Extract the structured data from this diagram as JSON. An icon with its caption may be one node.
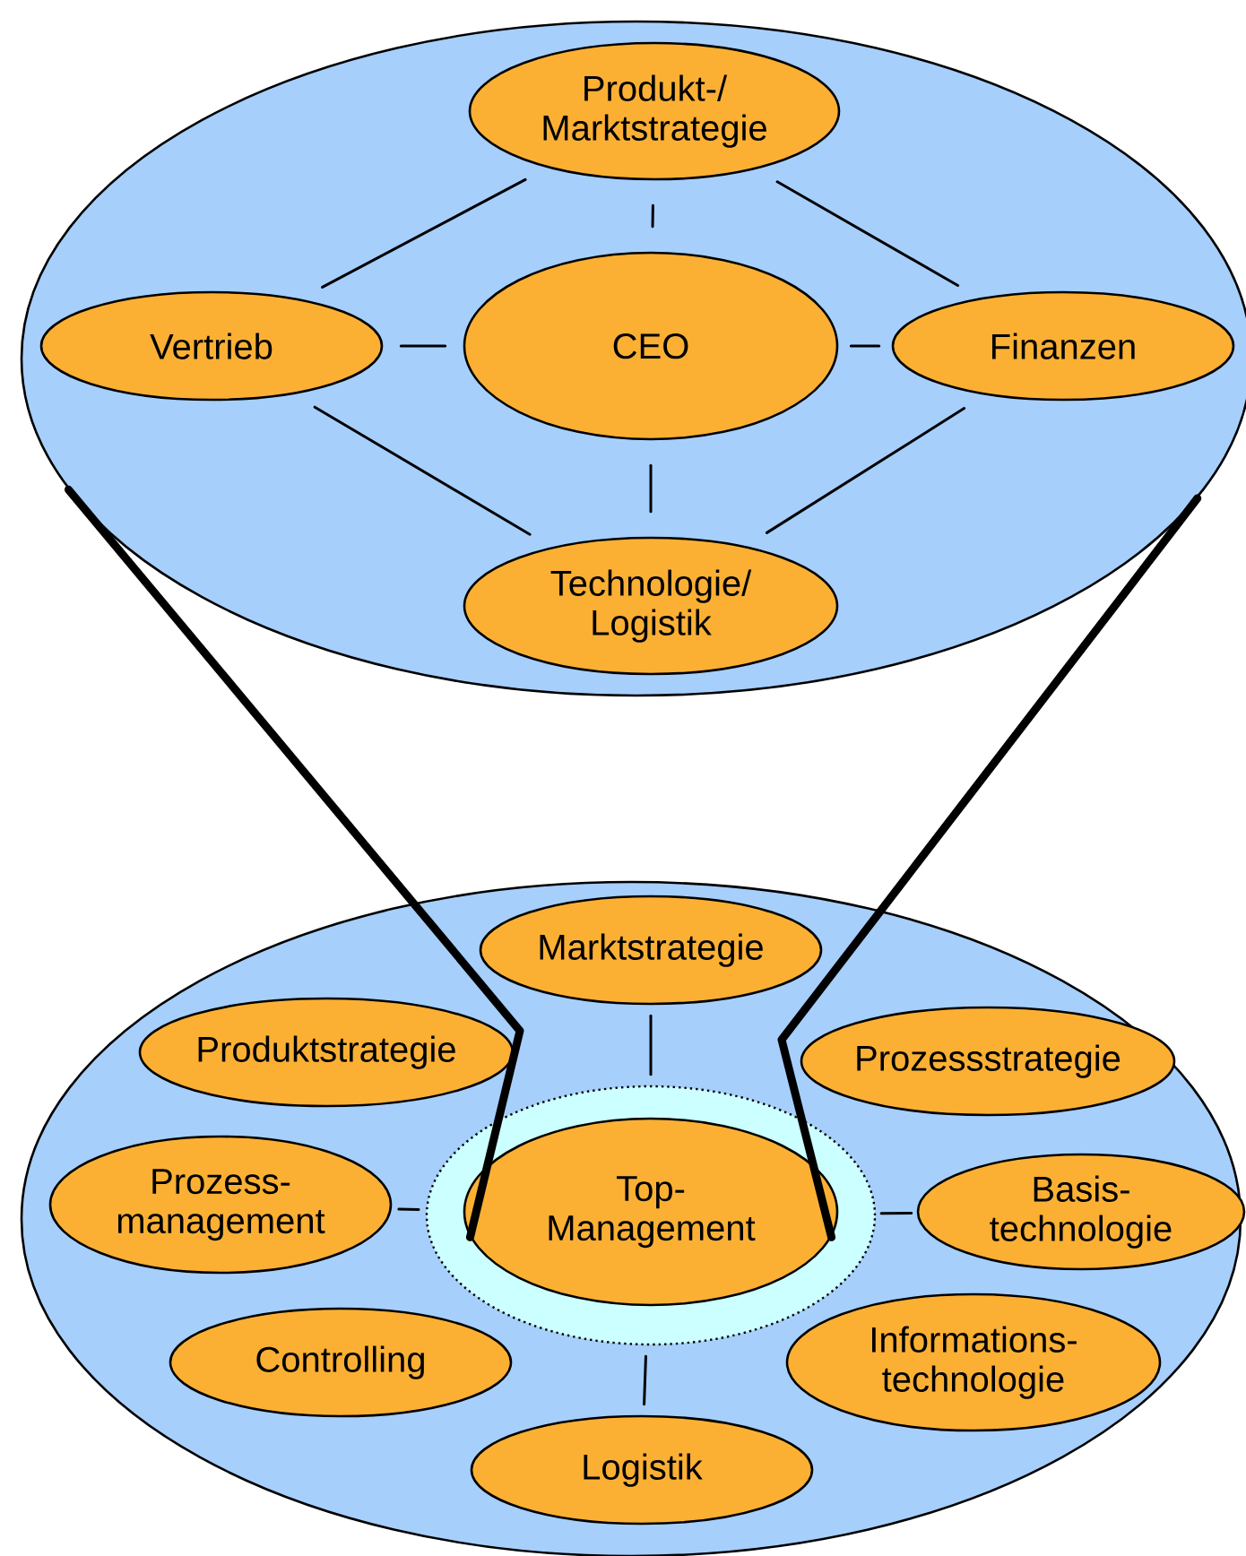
{
  "diagram": {
    "nodes": [
      {
        "text": [],
        "shape": "ellipse"
      },
      {
        "text": [
          "Produkt-/ Marktstrategie"
        ],
        "in": 0
      },
      {
        "text": [
          "Vertrieb"
        ],
        "in": 0
      },
      {
        "text": [
          "CEO"
        ],
        "in": 0
      },
      {
        "text": [
          "Finanzen"
        ],
        "in": 0
      },
      {
        "text": [
          "Technologie/ Logistik"
        ],
        "in": 0
      },
      {
        "text": [],
        "shape": "ellipse"
      },
      {
        "text": [
          "Marktstrategie"
        ],
        "in": 6
      },
      {
        "text": [
          "Produktstrategie"
        ],
        "in": 6
      },
      {
        "text": [
          "Prozessstrategie"
        ],
        "in": 6
      },
      {
        "text": [],
        "shape": "ellipse",
        "in": 6
      },
      {
        "text": [
          "Top- Management"
        ],
        "in": 10
      },
      {
        "text": [
          "Prozess- management"
        ],
        "in": 6
      },
      {
        "text": [
          "Basis- technologie"
        ],
        "in": 6
      },
      {
        "text": [
          "Controlling"
        ],
        "in": 6
      },
      {
        "text": [
          "Informations- technologie"
        ],
        "in": 6
      },
      {
        "text": [
          "Logistik"
        ],
        "in": 6
      }
    ],
    "edges": [
      {
        "from": 1,
        "to": 2,
        "arrow": "none"
      },
      {
        "from": 1,
        "to": 4,
        "arrow": "none"
      },
      {
        "from": 1,
        "to": 3,
        "arrow": "none"
      },
      {
        "from": 2,
        "to": 3,
        "arrow": "none"
      },
      {
        "from": 3,
        "to": 4,
        "arrow": "none"
      },
      {
        "from": 3,
        "to": 5,
        "arrow": "none"
      },
      {
        "from": 2,
        "to": 5,
        "arrow": "none"
      },
      {
        "from": 4,
        "to": 5,
        "arrow": "none"
      },
      {
        "from": 7,
        "to": 10,
        "arrow": "none"
      },
      {
        "from": 12,
        "to": 10,
        "arrow": "none"
      },
      {
        "from": 10,
        "to": 13,
        "arrow": "none"
      },
      {
        "from": 10,
        "to": 16,
        "arrow": "none"
      },
      {
        "from": 0,
        "to": 11,
        "arrow": "none",
        "style": "thick"
      },
      {
        "from": 0,
        "to": 11,
        "arrow": "none",
        "style": "thick"
      }
    ]
  }
}
